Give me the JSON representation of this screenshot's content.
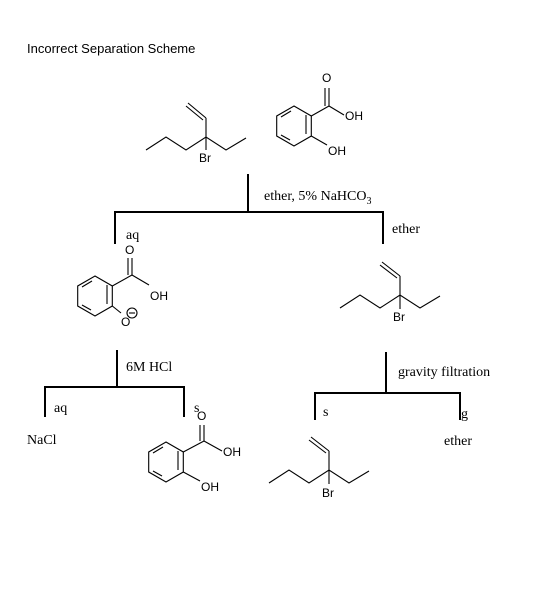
{
  "title": "Incorrect Separation Scheme",
  "step1": {
    "reagent": "ether, 5% NaHCO",
    "reagent_subscript": "3",
    "left_label": "aq",
    "right_label": "ether"
  },
  "step2": {
    "reagent": "6M HCl",
    "left_label": "aq",
    "left_product": "NaCl",
    "right_label": "s"
  },
  "step3": {
    "reagent": "gravity filtration",
    "left_label": "s",
    "right_label": "g",
    "right_product": "ether"
  },
  "atoms": {
    "br": "Br",
    "oh": "OH",
    "o": "O",
    "o_minus": "O",
    "minus": "−"
  }
}
